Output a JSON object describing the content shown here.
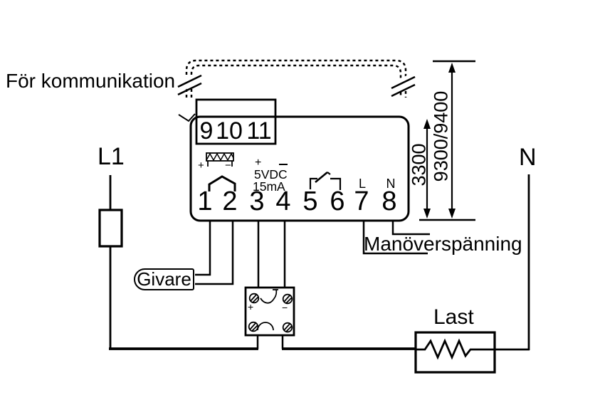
{
  "labels": {
    "communication": "För kommunikation",
    "phase": "L1",
    "neutral": "N",
    "control_voltage": "Manöverspänning",
    "sensor": "Givare",
    "load": "Last"
  },
  "device": {
    "top_terminals": [
      "9",
      "10",
      "11"
    ],
    "terminals": [
      "1",
      "2",
      "3",
      "4",
      "5",
      "6",
      "7",
      "8"
    ],
    "sensor_polarity": {
      "plus": "+",
      "minus": "−"
    },
    "supply_output": {
      "plus": "+",
      "line1": "5VDC",
      "line2": "15mA"
    },
    "mains_labels": {
      "live": "L",
      "neutral": "N"
    }
  },
  "external_connector": {
    "plus": "+",
    "minus": "−"
  },
  "dimension_labels": {
    "inner": "3300",
    "outer": "9300/9400"
  },
  "colors": {
    "line": "#000000",
    "background": "#ffffff"
  }
}
